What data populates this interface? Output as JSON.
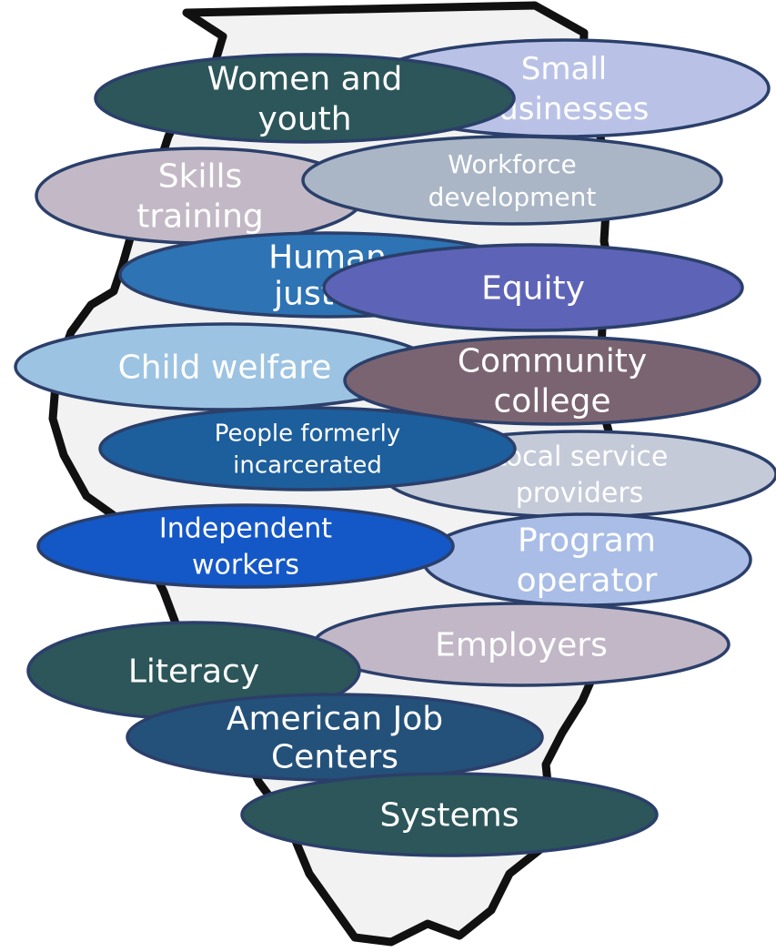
{
  "colors": {
    "outline": "#111111",
    "ellipse_stroke": "#2b3f6a",
    "text": "#ffffff"
  },
  "bubbles": [
    {
      "id": "small-businesses",
      "lines": [
        "Small",
        "businesses"
      ],
      "fill": "#b9c2e6"
    },
    {
      "id": "women-and-youth",
      "lines": [
        "Women and",
        "youth"
      ],
      "fill": "#2c5659"
    },
    {
      "id": "skills-training",
      "lines": [
        "Skills",
        "training"
      ],
      "fill": "#c3b9c6"
    },
    {
      "id": "workforce-development",
      "lines": [
        "Workforce",
        "development"
      ],
      "fill": "#aab6c6"
    },
    {
      "id": "human-justice",
      "lines": [
        "Human",
        "justice"
      ],
      "fill": "#2e73b4"
    },
    {
      "id": "equity",
      "lines": [
        "Equity"
      ],
      "fill": "#5d63b6"
    },
    {
      "id": "child-welfare",
      "lines": [
        "Child welfare"
      ],
      "fill": "#9cc3e2"
    },
    {
      "id": "community-college",
      "lines": [
        "Community",
        "college"
      ],
      "fill": "#7b6471"
    },
    {
      "id": "local-service-providers",
      "lines": [
        "Local service",
        "providers"
      ],
      "fill": "#c4cad8"
    },
    {
      "id": "people-formerly-incarcerated",
      "lines": [
        "People formerly",
        "incarcerated"
      ],
      "fill": "#1d5e9c"
    },
    {
      "id": "program-operator",
      "lines": [
        "Program",
        "operator"
      ],
      "fill": "#a9bde6"
    },
    {
      "id": "independent-workers",
      "lines": [
        "Independent",
        "workers"
      ],
      "fill": "#1457c6"
    },
    {
      "id": "employers",
      "lines": [
        "Employers"
      ],
      "fill": "#c2b7c6"
    },
    {
      "id": "literacy",
      "lines": [
        "Literacy"
      ],
      "fill": "#2c5659"
    },
    {
      "id": "american-job-centers",
      "lines": [
        "American Job",
        "Centers"
      ],
      "fill": "#24517a"
    },
    {
      "id": "systems",
      "lines": [
        "Systems"
      ],
      "fill": "#2c5659"
    }
  ]
}
